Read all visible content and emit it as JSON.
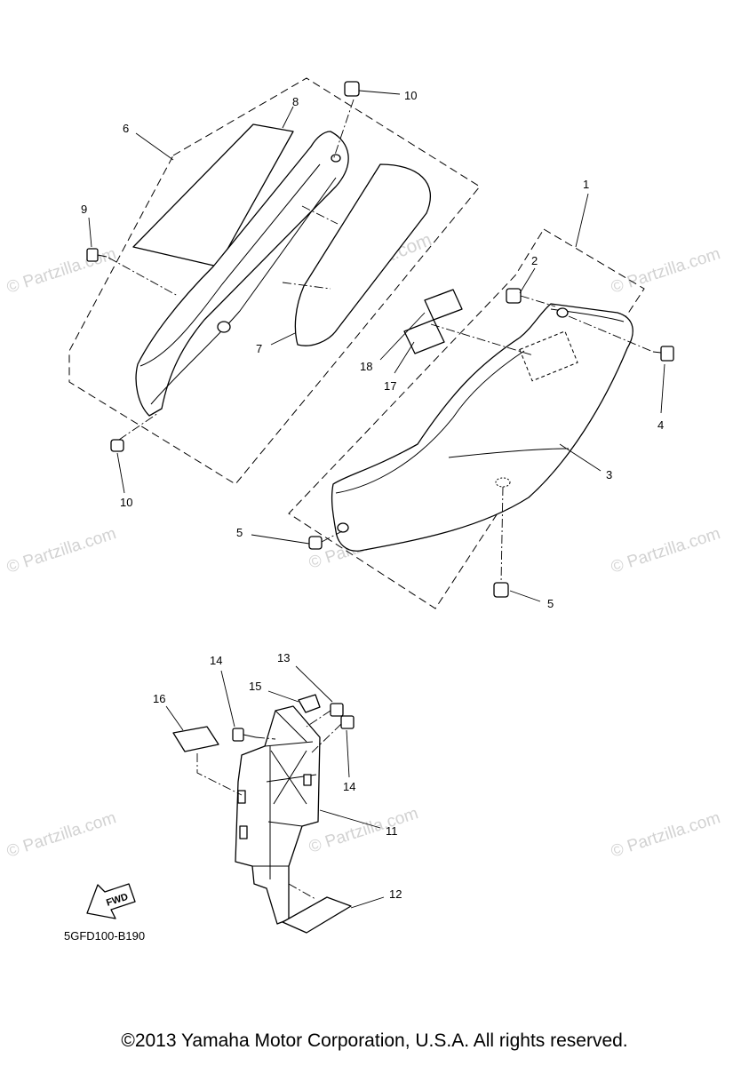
{
  "diagram": {
    "drawing_code": "5GFD100-B190",
    "fwd_label": "FWD",
    "watermark": "© Partzilla.com",
    "watermark_center": "© Partzilla.com",
    "callouts": [
      "1",
      "2",
      "3",
      "4",
      "5",
      "5",
      "6",
      "7",
      "8",
      "9",
      "10",
      "10",
      "11",
      "12",
      "13",
      "14",
      "14",
      "15",
      "16",
      "17",
      "18"
    ]
  },
  "footer": {
    "copyright": "©2013 Yamaha Motor Corporation, U.S.A. All rights reserved."
  }
}
